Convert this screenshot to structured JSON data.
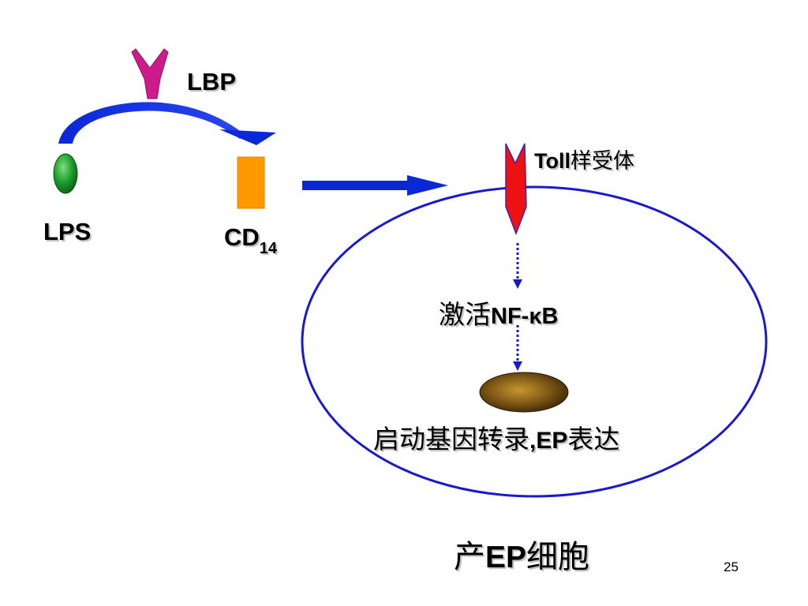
{
  "diagram": {
    "lbp_label": "LBP",
    "lps_label": "LPS",
    "cd_label": "CD",
    "cd_subscript": "14",
    "toll_label": "Toll",
    "toll_suffix": "样受体",
    "activate_prefix": "激活",
    "activate_target": "NF-κB",
    "transcription_prefix": "启动基因转录",
    "transcription_suffix": ",EP",
    "transcription_end": "表达",
    "cell_prefix": "产",
    "cell_ep": "EP",
    "cell_suffix": "细胞"
  },
  "slide": {
    "page_number": "25"
  },
  "colors": {
    "arrow_blue": "#0022dd",
    "cell_outline": "#1a1acc",
    "lbp_magenta": "#cc1b8a",
    "lps_green": "#1c9e2c",
    "cd14_orange": "#ff9900",
    "receptor_red": "#ee1111",
    "nucleus_brown": "#6b4a10"
  }
}
